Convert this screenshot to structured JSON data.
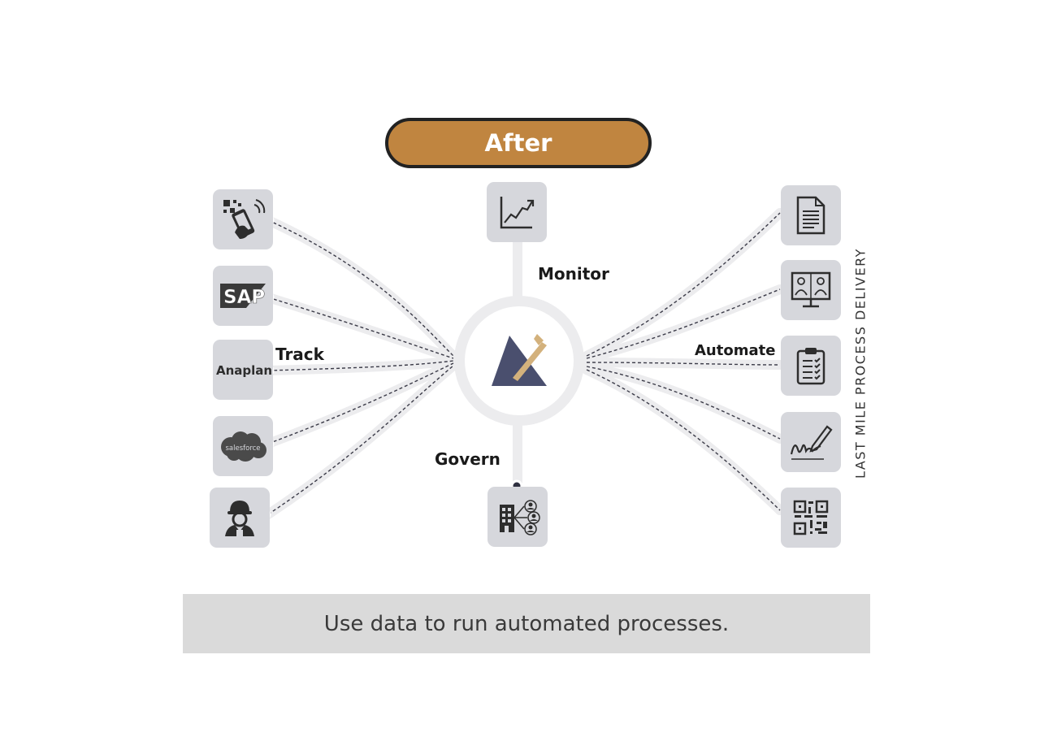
{
  "header": {
    "title": "After"
  },
  "labels": {
    "monitor": "Monitor",
    "track": "Track",
    "automate": "Automate",
    "govern": "Govern"
  },
  "side_label": "LAST MILE PROCESS DELIVERY",
  "caption": "Use data to run automated processes.",
  "logos": {
    "sap": "SAP",
    "anaplan": "Anaplan",
    "salesforce": "salesforce"
  },
  "colors": {
    "pill": "#c08540",
    "hub_logo_dark": "#4a4f6e",
    "hub_logo_accent": "#d3b17c",
    "tile": "#d6d7dc",
    "caption_bg": "#dadada"
  },
  "icons": {
    "track_sources": [
      "qr-phone-scan-icon",
      "sap-logo-icon",
      "anaplan-logo-icon",
      "salesforce-logo-icon",
      "field-worker-icon"
    ],
    "automate_targets": [
      "document-icon",
      "video-meeting-icon",
      "clipboard-checklist-icon",
      "signature-icon",
      "qr-code-icon"
    ],
    "monitor": "line-chart-icon",
    "govern": "organization-users-icon",
    "hub": "platform-logo-icon"
  }
}
